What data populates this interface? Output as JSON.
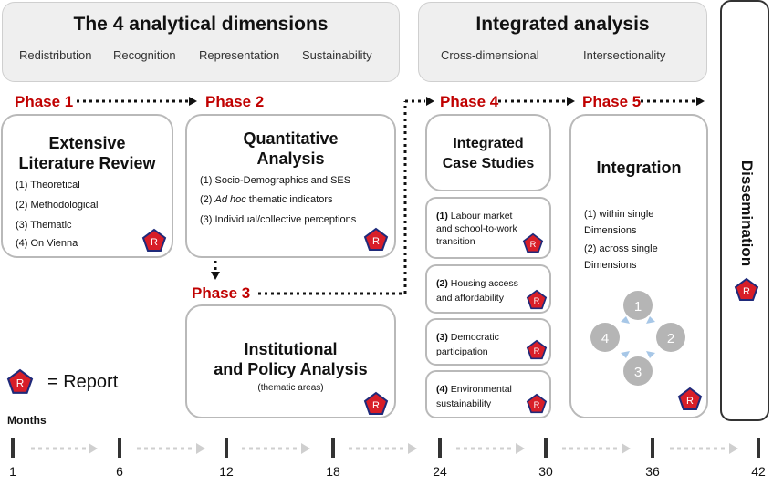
{
  "header_left": {
    "title": "The 4 analytical dimensions",
    "items": [
      "Redistribution",
      "Recognition",
      "Representation",
      "Sustainability"
    ]
  },
  "header_right": {
    "title": "Integrated analysis",
    "items": [
      "Cross-dimensional",
      "Intersectionality"
    ]
  },
  "phases": [
    "Phase 1",
    "Phase 2",
    "Phase 3",
    "Phase 4",
    "Phase 5"
  ],
  "box1": {
    "title_l1": "Extensive",
    "title_l2": "Literature Review",
    "items": [
      "(1) Theoretical",
      "(2) Methodological",
      "(3) Thematic",
      "(4) On Vienna"
    ]
  },
  "box2": {
    "title_l1": "Quantitative",
    "title_l2": "Analysis",
    "item1": "(1) Socio-Demographics and SES",
    "item2_prefix": "(2) ",
    "item2_em": "Ad hoc",
    "item2_rest": " thematic indicators",
    "item3": "(3) Individual/collective perceptions"
  },
  "box3": {
    "title_l1": "Institutional",
    "title_l2": "and Policy Analysis",
    "sub": "(thematic areas)"
  },
  "box4": {
    "title_l1": "Integrated",
    "title_l2": "Case Studies",
    "cases": [
      {
        "num": "(1)",
        "l1": " Labour market",
        "l2": "and school-to-work",
        "l3": "transition"
      },
      {
        "num": "(2)",
        "l1": " Housing access",
        "l2": "and affordability",
        "l3": ""
      },
      {
        "num": "(3)",
        "l1": " Democratic",
        "l2": "participation",
        "l3": ""
      },
      {
        "num": "(4)",
        "l1": " Environmental",
        "l2": "sustainability",
        "l3": ""
      }
    ]
  },
  "box5": {
    "title": "Integration",
    "i1_l1": "(1) within single",
    "i1_l2": "Dimensions",
    "i2_l1": "(2) across single",
    "i2_l2": "Dimensions",
    "circles": [
      "1",
      "2",
      "3",
      "4"
    ]
  },
  "dissemination": "Dissemination",
  "legend": {
    "badge": "R",
    "text": "= Report"
  },
  "timeline": {
    "label": "Months",
    "ticks": [
      "1",
      "6",
      "12",
      "18",
      "24",
      "30",
      "36",
      "42"
    ]
  },
  "colors": {
    "phase_red": "#c00000",
    "badge_fill": "#d81e28",
    "badge_border": "#1f2a7a",
    "circle_gray": "#b5b5b5"
  }
}
